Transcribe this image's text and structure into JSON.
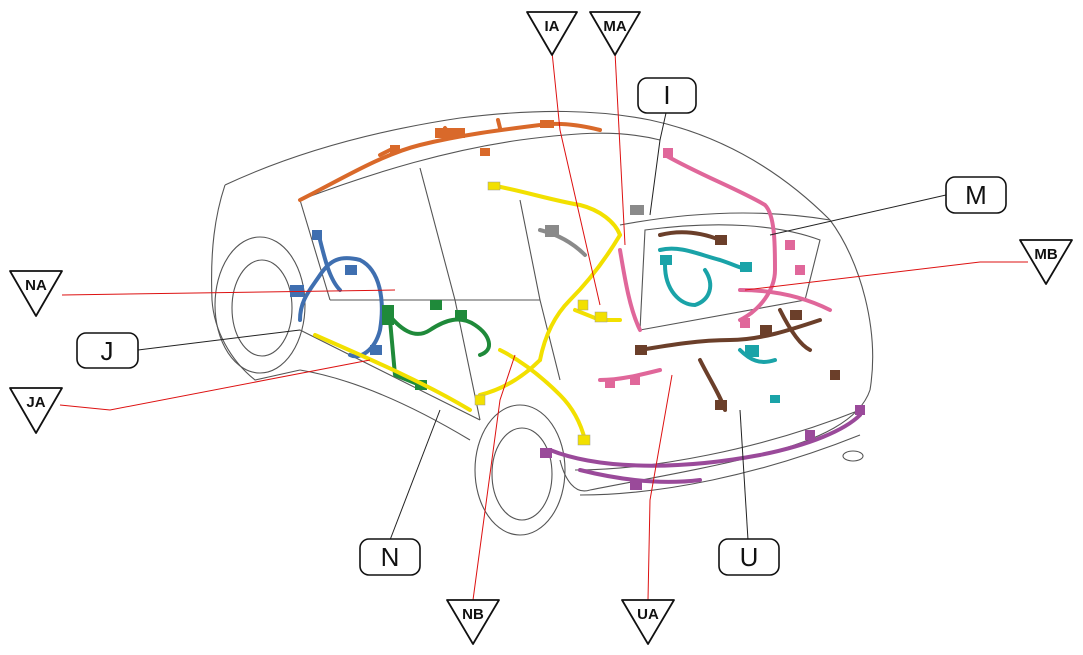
{
  "colors": {
    "orange": "#d9692a",
    "yellow": "#f2e000",
    "blue": "#3f6fb0",
    "green": "#1f8a3a",
    "teal": "#1aa3a8",
    "pink": "#e0679a",
    "brown": "#6b3f2a",
    "purple": "#9a4a9a",
    "gray": "#8a8a8a",
    "red_leader": "#d11111"
  },
  "box_labels": {
    "I": "I",
    "M": "M",
    "J": "J",
    "N": "N",
    "U": "U"
  },
  "triangle_labels": {
    "IA": "IA",
    "MA": "MA",
    "MB": "MB",
    "NA": "NA",
    "JA": "JA",
    "NB": "NB",
    "UA": "UA"
  }
}
